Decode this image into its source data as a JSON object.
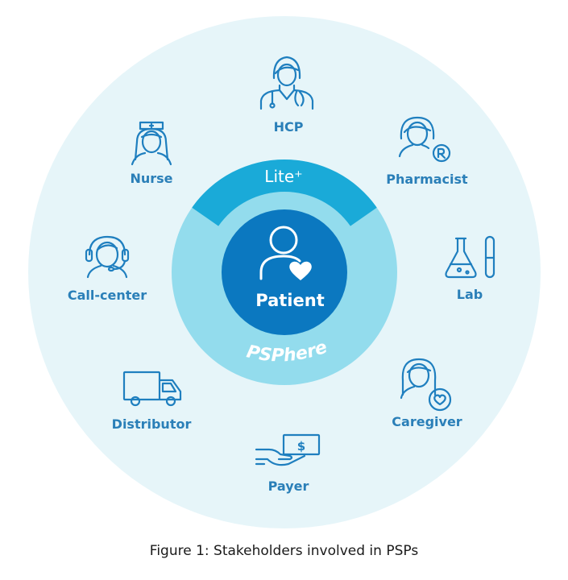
{
  "center": {
    "label": "Patient"
  },
  "rings": {
    "inner_label": "Lite⁺",
    "outer_label": "PSPhere"
  },
  "stakeholders": [
    {
      "label": "HCP",
      "icon": "doctor-icon"
    },
    {
      "label": "Pharmacist",
      "icon": "pharmacist-icon"
    },
    {
      "label": "Lab",
      "icon": "lab-flask-icon"
    },
    {
      "label": "Caregiver",
      "icon": "caregiver-icon"
    },
    {
      "label": "Payer",
      "icon": "payer-hand-money-icon"
    },
    {
      "label": "Distributor",
      "icon": "delivery-truck-icon"
    },
    {
      "label": "Call-center",
      "icon": "headset-agent-icon"
    },
    {
      "label": "Nurse",
      "icon": "nurse-icon"
    }
  ],
  "caption": "Figure 1: Stakeholders involved in PSPs",
  "colors": {
    "outer_circle": "#e6f5f9",
    "psphere_ring": "#93dced",
    "lite_band": "#1aaad8",
    "patient_circle": "#0b78c0",
    "icon_stroke": "#1f7fbf",
    "label_text": "#2a7fb8"
  }
}
